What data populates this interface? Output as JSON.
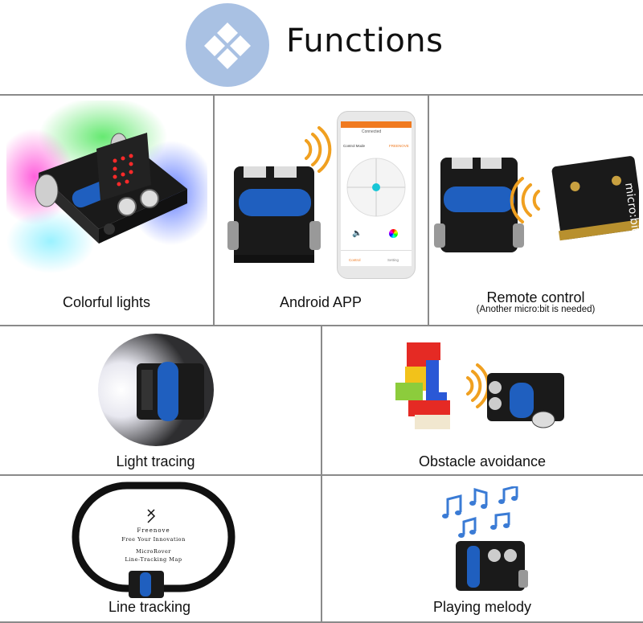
{
  "header": {
    "title": "Functions",
    "icon": "four-diamonds-icon",
    "icon_color": "#a9c1e3"
  },
  "cells": {
    "colorful_lights": {
      "label": "Colorful lights"
    },
    "android_app": {
      "label": "Android APP",
      "phone": {
        "status": "Connected",
        "mode": "Control Mode",
        "brand": "FREENOVE",
        "tab1": "Control",
        "tab2": "Setting"
      }
    },
    "remote_control": {
      "label": "Remote control",
      "note": "(Another micro:bit is needed)",
      "board_text": "micro:bit"
    },
    "light_tracing": {
      "label": "Light tracing"
    },
    "obstacle_avoidance": {
      "label": "Obstacle avoidance"
    },
    "line_tracking": {
      "label": "Line tracking",
      "map_brand": "Freenove",
      "map_slogan": "Free Your Innovation",
      "map_title_1": "MicroRover",
      "map_title_2": "Line-Tracking Map"
    },
    "playing_melody": {
      "label": "Playing melody"
    }
  },
  "colors": {
    "wave": "#f0a020",
    "note": "#3a7bd5",
    "board": "#1a1a1a",
    "battery": "#1f5fbf"
  }
}
